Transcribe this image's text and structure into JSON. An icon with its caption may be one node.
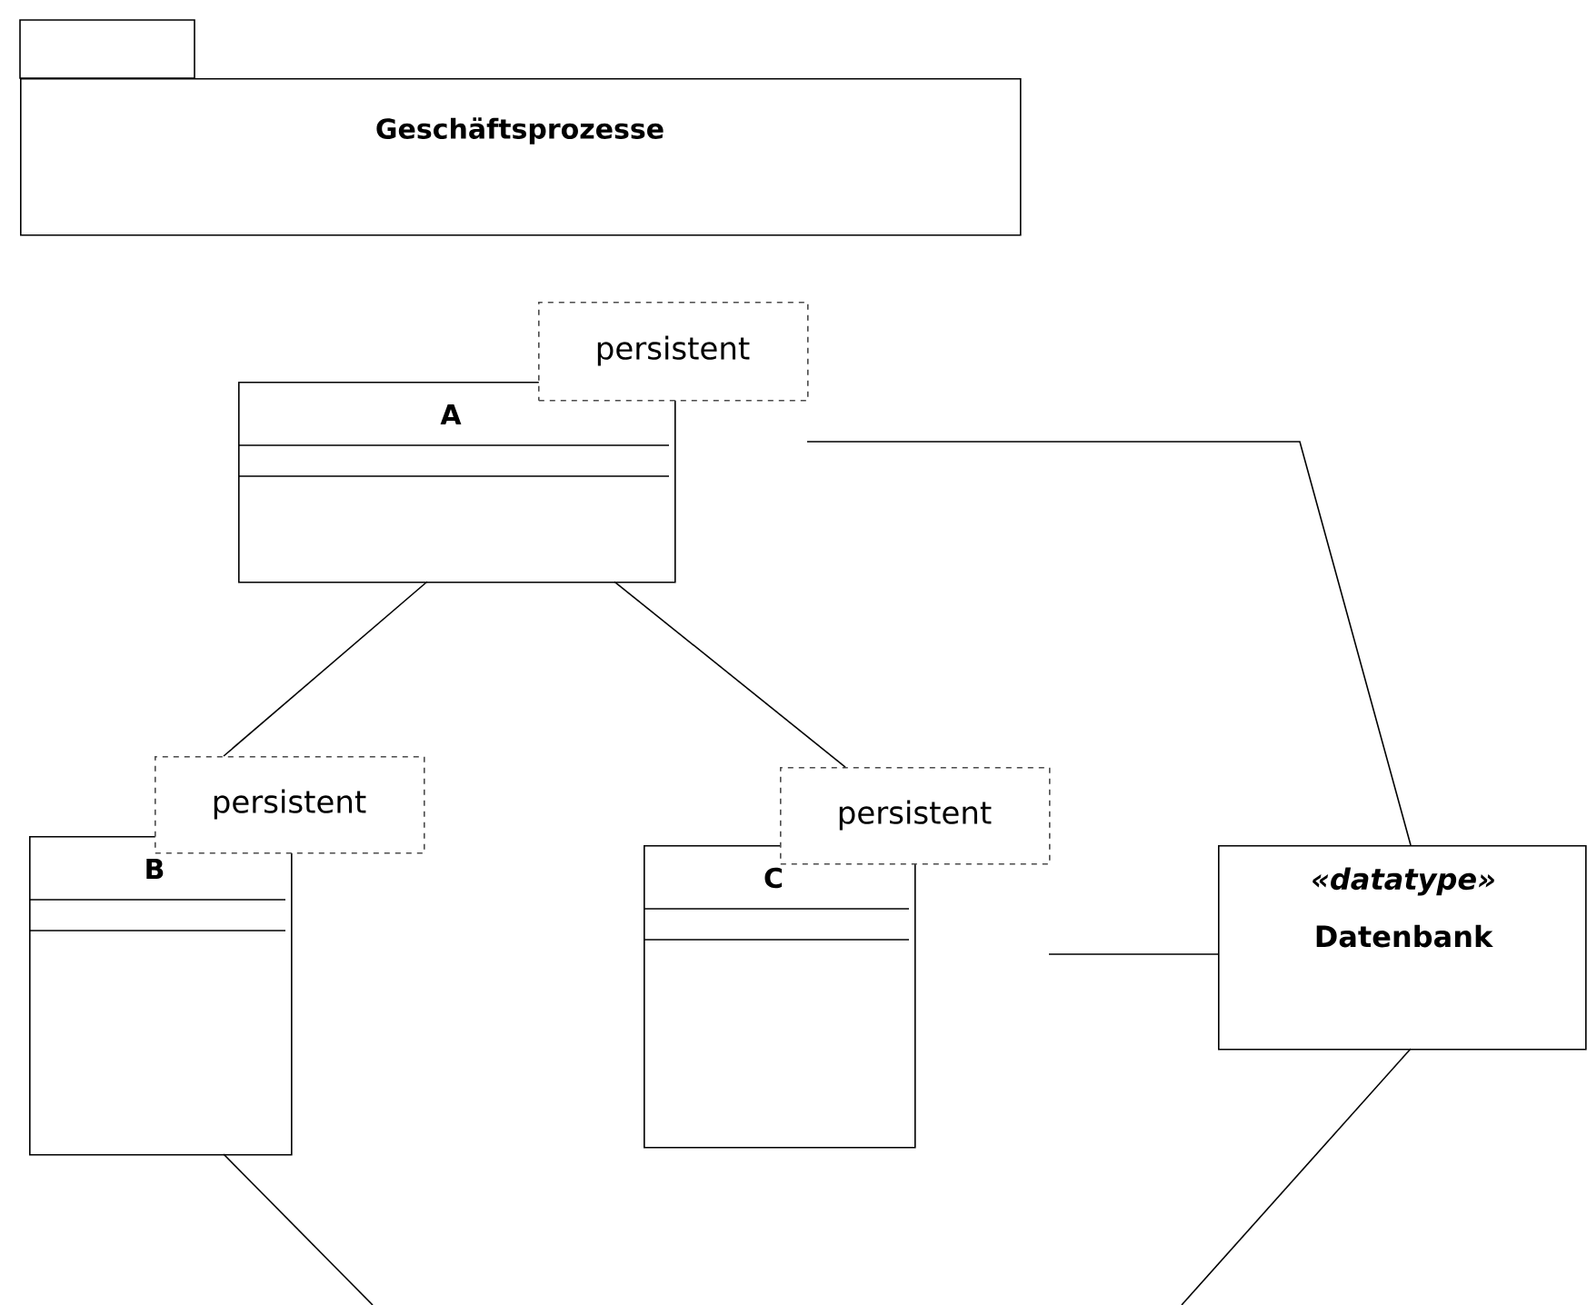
{
  "diagram": {
    "nodes": [
      {
        "text": [
          "Geschäftsprozesse"
        ]
      },
      {
        "text": [
          "A"
        ]
      },
      {
        "text": [
          "persistent"
        ]
      },
      {
        "text": [
          "B"
        ]
      },
      {
        "text": [
          "persistent"
        ]
      },
      {
        "text": [
          "C"
        ]
      },
      {
        "text": [
          "persistent"
        ]
      },
      {
        "text": [
          "«datatype»",
          "Datenbank"
        ]
      }
    ],
    "edges": [
      {
        "from": 1,
        "to": 4,
        "arrow": "none"
      },
      {
        "from": 1,
        "to": 6,
        "arrow": "none"
      },
      {
        "from": null,
        "to": 7,
        "arrow": "none"
      },
      {
        "from": null,
        "to": 7,
        "arrow": "none"
      },
      {
        "from": 3,
        "to": null,
        "arrow": "none"
      },
      {
        "from": 7,
        "to": null,
        "arrow": "none"
      }
    ]
  }
}
